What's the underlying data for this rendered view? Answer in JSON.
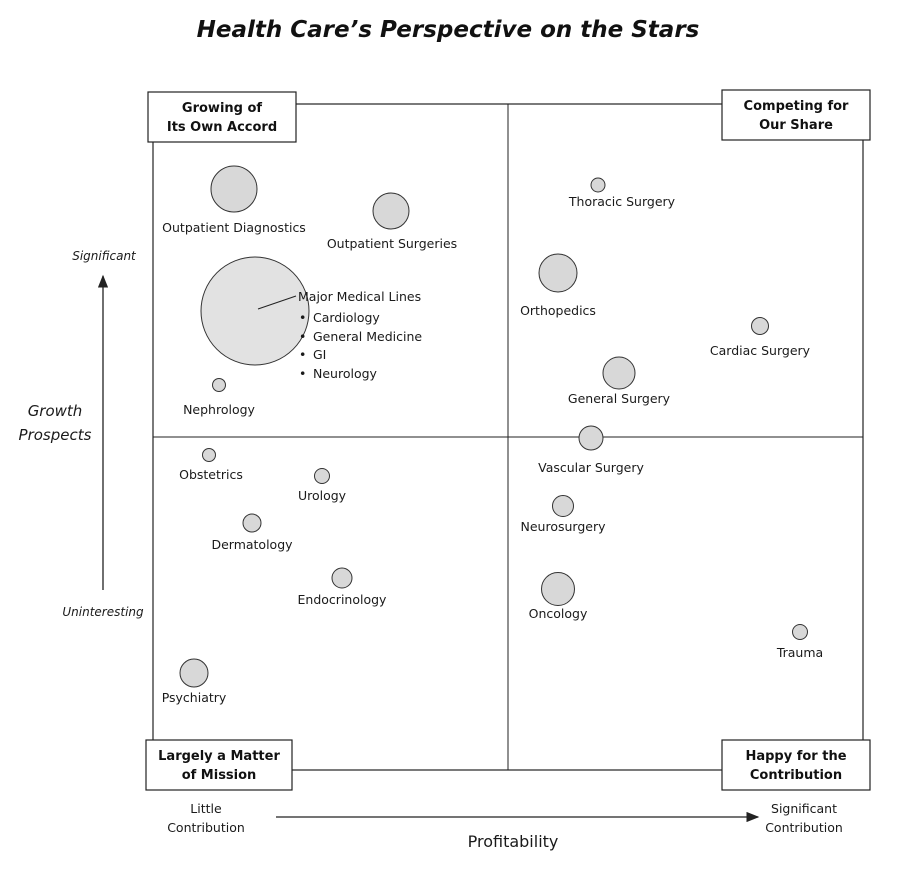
{
  "title": "Health Care’s Perspective on the Stars",
  "quadrants": {
    "top_left": [
      "Growing of",
      "Its Own Accord"
    ],
    "top_right": [
      "Competing for",
      "Our Share"
    ],
    "bottom_left": [
      "Largely a Matter",
      "of Mission"
    ],
    "bottom_right": [
      "Happy for the",
      "Contribution"
    ]
  },
  "y_axis": {
    "title": [
      "Growth",
      "Prospects"
    ],
    "high_label": "Significant",
    "low_label": "Uninteresting"
  },
  "x_axis": {
    "title": "Profitability",
    "low_label": [
      "Little",
      "Contribution"
    ],
    "high_label": [
      "Significant",
      "Contribution"
    ]
  },
  "colors": {
    "bubble_fill": "#d8d8d8",
    "bubble_stroke": "#333333",
    "line": "#222222"
  },
  "service_lines": [
    {
      "name": "Outpatient Diagnostics",
      "quadrant": "top_left"
    },
    {
      "name": "Outpatient Surgeries",
      "quadrant": "top_left"
    },
    {
      "name": "Major Medical Lines",
      "quadrant": "top_left",
      "includes": [
        "Cardiology",
        "General Medicine",
        "GI",
        "Neurology"
      ]
    },
    {
      "name": "Nephrology",
      "quadrant": "top_left"
    },
    {
      "name": "Thoracic Surgery",
      "quadrant": "top_right"
    },
    {
      "name": "Orthopedics",
      "quadrant": "top_right"
    },
    {
      "name": "Cardiac Surgery",
      "quadrant": "top_right"
    },
    {
      "name": "General Surgery",
      "quadrant": "top_right"
    },
    {
      "name": "Vascular Surgery",
      "quadrant": "bottom_right"
    },
    {
      "name": "Neurosurgery",
      "quadrant": "bottom_right"
    },
    {
      "name": "Oncology",
      "quadrant": "bottom_right"
    },
    {
      "name": "Trauma",
      "quadrant": "bottom_right"
    },
    {
      "name": "Obstetrics",
      "quadrant": "bottom_left"
    },
    {
      "name": "Urology",
      "quadrant": "bottom_left"
    },
    {
      "name": "Dermatology",
      "quadrant": "bottom_left"
    },
    {
      "name": "Endocrinology",
      "quadrant": "bottom_left"
    },
    {
      "name": "Psychiatry",
      "quadrant": "bottom_left"
    }
  ]
}
